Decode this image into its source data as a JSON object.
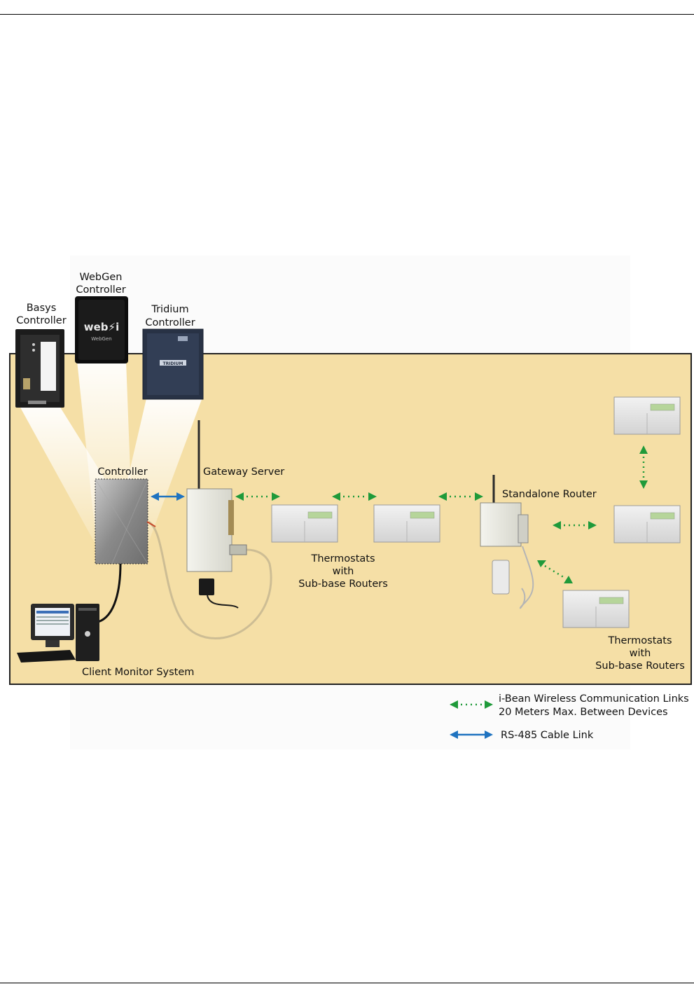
{
  "labels": {
    "basys": [
      "Basys",
      "Controller"
    ],
    "webgen": [
      "WebGen",
      "Controller"
    ],
    "tridium": [
      "Tridium",
      "Controller"
    ],
    "controller": "Controller",
    "gateway": "Gateway Server",
    "standalone_router": "Standalone Router",
    "thermostats_1": [
      "Thermostats",
      "with",
      "Sub-base Routers"
    ],
    "thermostats_2": [
      "Thermostats",
      "with",
      "Sub-base Routers"
    ],
    "client_monitor": "Client Monitor System"
  },
  "device_marks": {
    "webgen_logo": "web⚡i",
    "webgen_brand": "WebGen",
    "tridium_brand": "TRIDIUM"
  },
  "legend": {
    "wireless": [
      "i-Bean Wireless Communication Links",
      "20 Meters Max. Between Devices"
    ],
    "cable": "RS-485 Cable Link"
  },
  "colors": {
    "background_panel": "#f5dfa6",
    "wireless_link": "#1f9a3a",
    "cable_link": "#1f73c0"
  }
}
